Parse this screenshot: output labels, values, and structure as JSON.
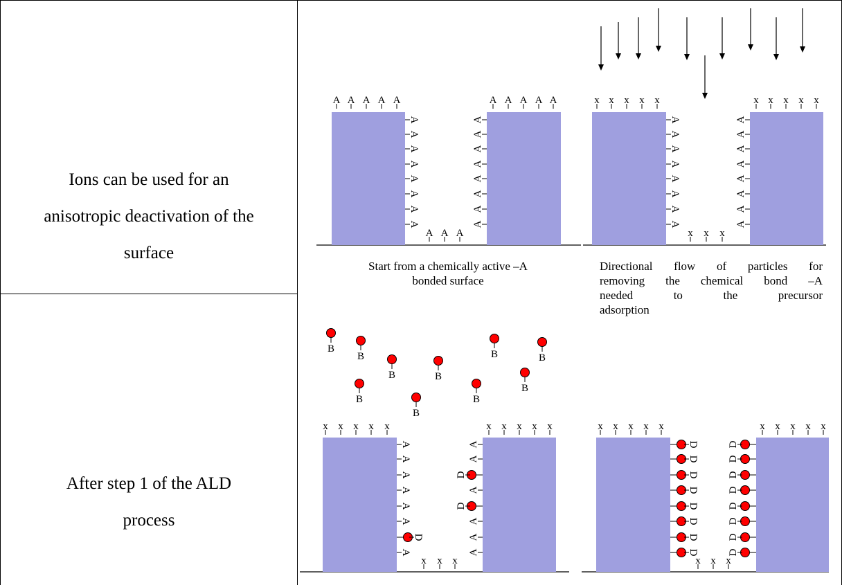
{
  "rows": [
    {
      "description": [
        "Ions can be used for an",
        "anisotropic deactivation of the",
        "surface"
      ],
      "panels": [
        {
          "caption": [
            "Start from a chemically active –A",
            "bonded surface"
          ]
        },
        {
          "caption": [
            "Directional flow of particles for",
            "removing the chemical bond –A",
            "needed to the precursor",
            "adsorption"
          ]
        }
      ]
    },
    {
      "description": [
        "After step 1 of the ALD",
        "process"
      ],
      "panels": [
        {
          "caption": []
        },
        {
          "caption": []
        }
      ]
    }
  ],
  "labels": {
    "active": "A",
    "deactivated": "x",
    "precursor": "B",
    "reacted": "D"
  },
  "colors": {
    "substrate": "#9f9fdf",
    "precursor_ball": "#ff0000",
    "border": "#000000"
  }
}
